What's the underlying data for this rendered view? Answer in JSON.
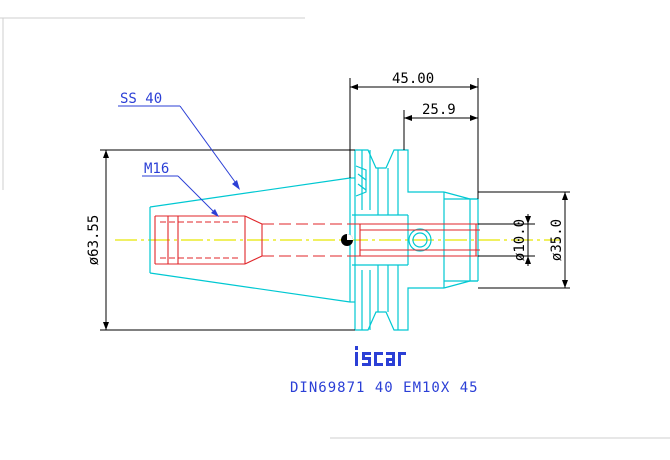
{
  "dimensions": {
    "overall_length": "45.00",
    "shank_length": "25.9",
    "flange_diameter": "ø63.55",
    "bore_diameter": "ø10.0",
    "body_diameter": "ø35.0"
  },
  "labels": {
    "taper": "SS 40",
    "thread": "M16"
  },
  "logo": {
    "text": "iscar"
  },
  "caption": "DIN69871 40 EM10X 45",
  "colors": {
    "outline_cyan": "#00c8d2",
    "hidden_red": "#e0262a",
    "dimension_black": "#000000",
    "label_blue": "#2b3fd6",
    "centerline_yellow": "#e6e600",
    "border_gray": "#cfcfcf"
  }
}
